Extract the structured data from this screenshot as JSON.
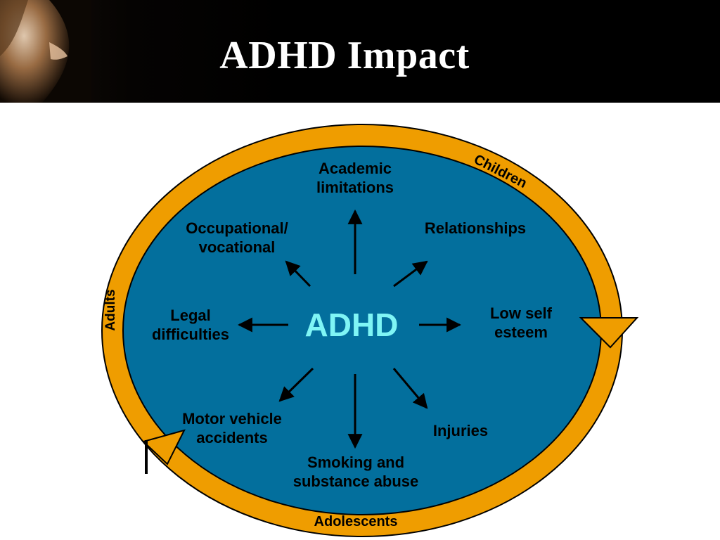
{
  "header": {
    "title": "ADHD Impact"
  },
  "diagram": {
    "center": "ADHD",
    "impacts": {
      "academic": "Academic\nlimitations",
      "relationships": "Relationships",
      "self_esteem": "Low self\nesteem",
      "injuries": "Injuries",
      "smoking": "Smoking and\nsubstance abuse",
      "motor_vehicle": "Motor vehicle\naccidents",
      "legal": "Legal\ndifficulties",
      "occupational": "Occupational/\nvocational"
    },
    "stages": {
      "children": "Children",
      "adolescents": "Adolescents",
      "adults": "Adults"
    }
  },
  "colors": {
    "ellipse_fill": "#036f9d",
    "ring": "#ef9d00",
    "center_text": "#7ff5f5",
    "header_bg": "#000000"
  }
}
